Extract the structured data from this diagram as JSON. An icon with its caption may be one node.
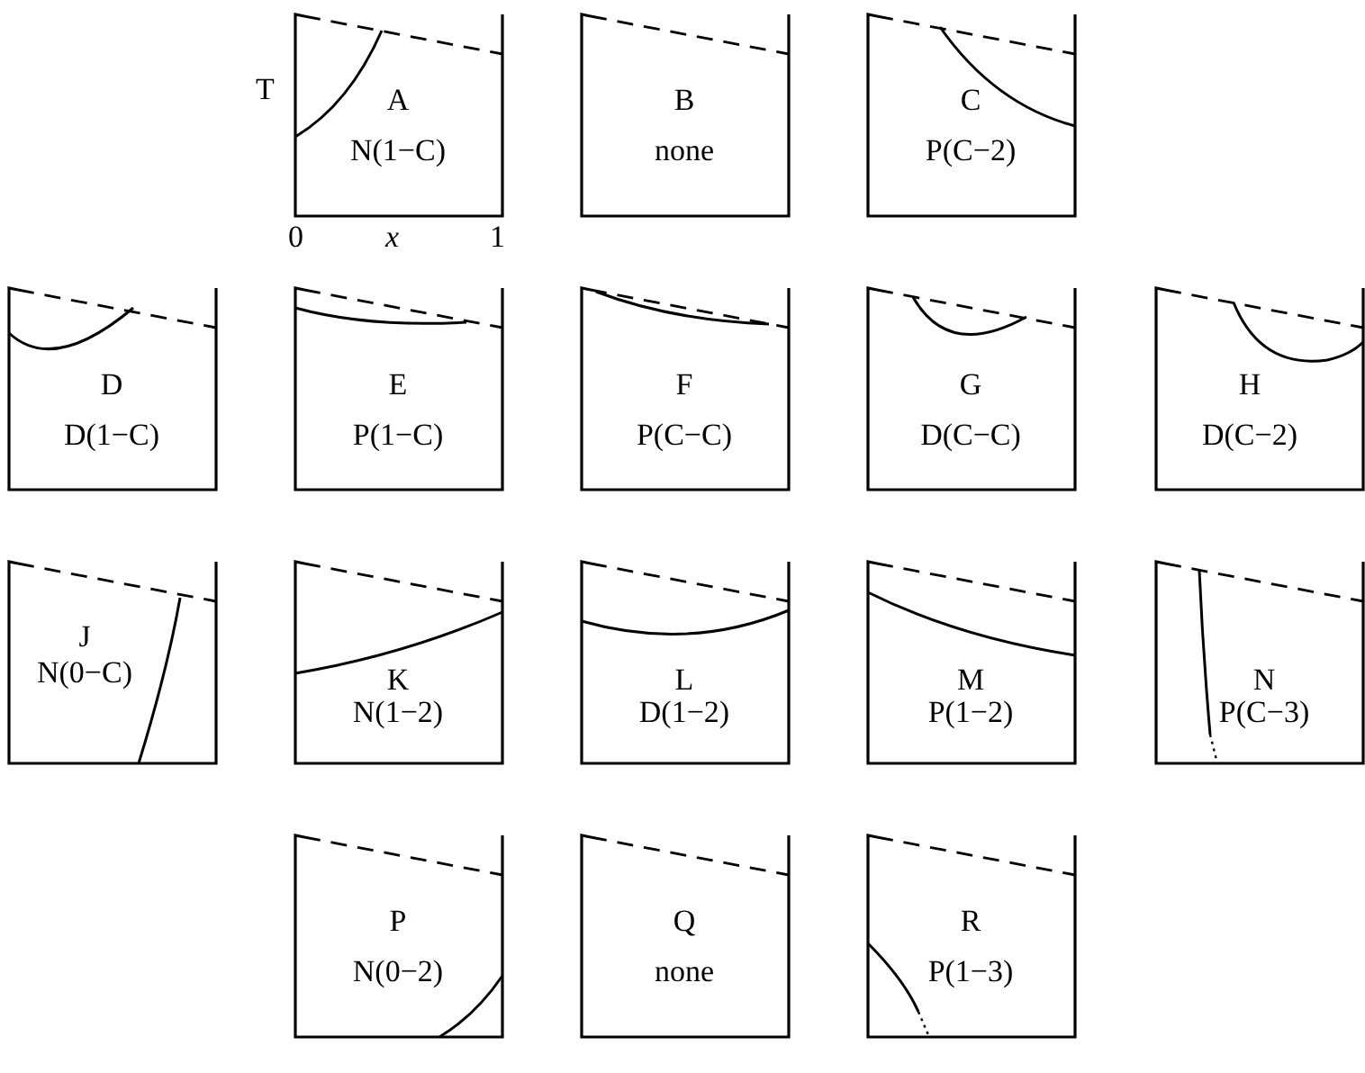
{
  "diagram": {
    "nodes": [
      {
        "text": [
          "A",
          "N(1−C)"
        ]
      },
      {
        "text": [
          "B",
          "none"
        ]
      },
      {
        "text": [
          "C",
          "P(C−2)"
        ]
      },
      {
        "text": [
          "D",
          "D(1−C)"
        ]
      },
      {
        "text": [
          "E",
          "P(1−C)"
        ]
      },
      {
        "text": [
          "F",
          "P(C−C)"
        ]
      },
      {
        "text": [
          "G",
          "D(C−C)"
        ]
      },
      {
        "text": [
          "H",
          "D(C−2)"
        ]
      },
      {
        "text": [
          "J",
          "N(0−C)"
        ]
      },
      {
        "text": [
          "K",
          "N(1−2)"
        ]
      },
      {
        "text": [
          "L",
          "D(1−2)"
        ]
      },
      {
        "text": [
          "M",
          "P(1−2)"
        ]
      },
      {
        "text": [
          "N",
          "P(C−3)"
        ]
      },
      {
        "text": [
          "P",
          "N(0−2)"
        ]
      },
      {
        "text": [
          "Q",
          "none"
        ]
      },
      {
        "text": [
          "R",
          "P(1−3)"
        ]
      }
    ],
    "labels": [
      "T",
      "0",
      "x",
      "1"
    ]
  }
}
